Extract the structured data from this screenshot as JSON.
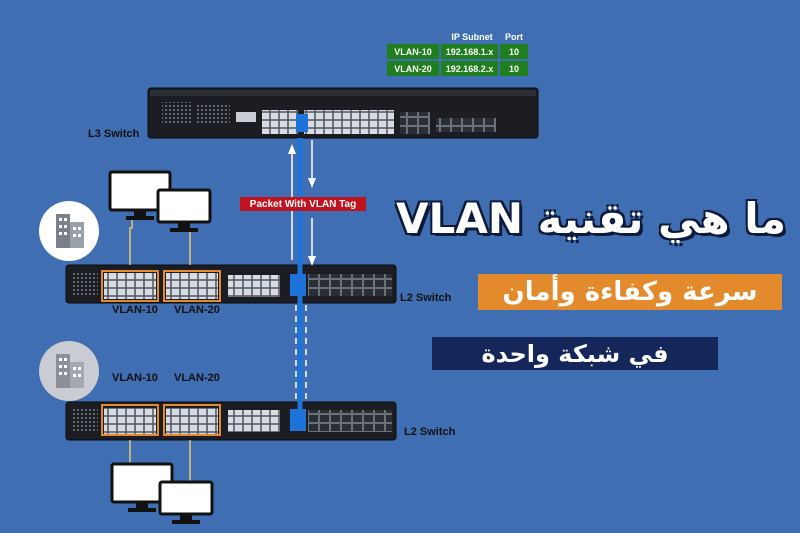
{
  "table": {
    "header_subnet": "IP Subnet",
    "header_port": "Port",
    "rows": [
      {
        "vlan": "VLAN-10",
        "subnet": "192.168.1.x",
        "port": "10"
      },
      {
        "vlan": "VLAN-20",
        "subnet": "192.168.2.x",
        "port": "10"
      }
    ]
  },
  "labels": {
    "l3_switch": "L3 Switch",
    "l2_switch_top": "L2 Switch",
    "l2_switch_bottom": "L2 Switch",
    "packet_tag": "Packet With VLAN Tag",
    "vlan10_top": "VLAN-10",
    "vlan20_top": "VLAN-20",
    "vlan10_bottom": "VLAN-10",
    "vlan20_bottom": "VLAN-20"
  },
  "headline": {
    "title": "ما هي تقنية VLAN",
    "subtitle_orange": "سرعة وكفاءة وأمان",
    "subtitle_navy": "في شبكة واحدة"
  },
  "colors": {
    "background": "#3f6eb2",
    "table_cell": "#1f7f1f",
    "tag": "#c1121f",
    "orange": "#e38a2d",
    "navy": "#15275a",
    "vlan_highlight": "#e38a2d",
    "trunk_link": "#1e73d8"
  },
  "icons": [
    "monitor-icon",
    "building-icon",
    "switch-device-icon"
  ]
}
